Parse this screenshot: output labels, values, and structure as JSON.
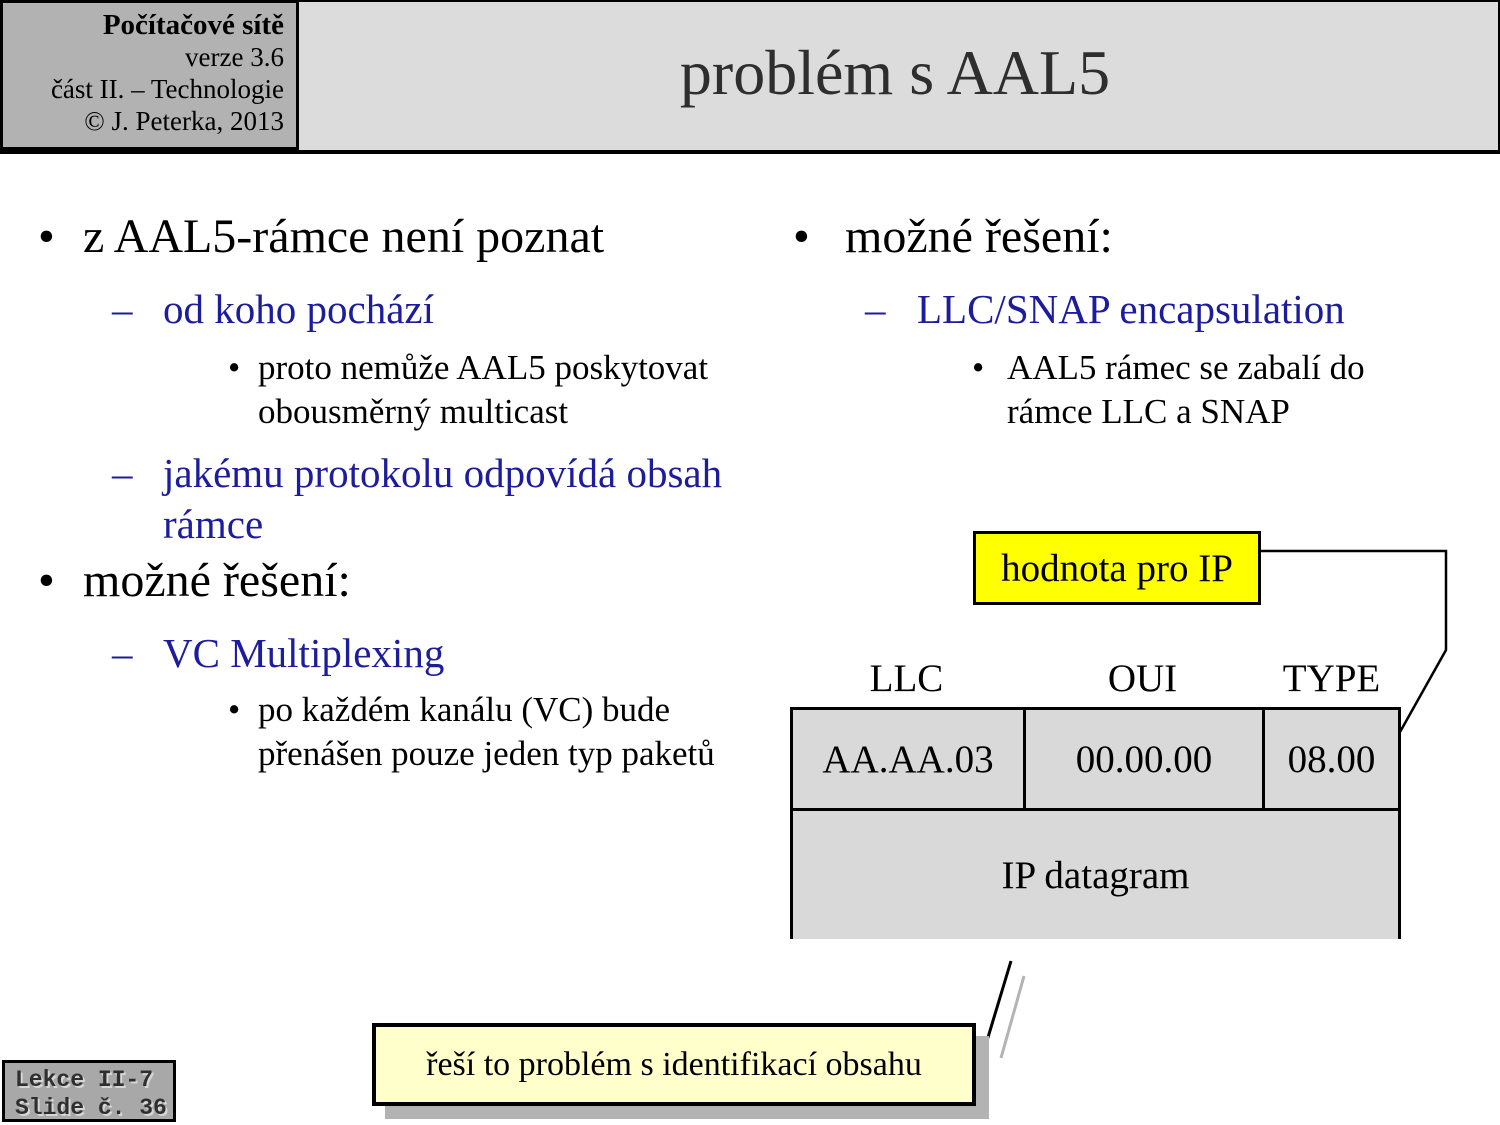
{
  "slide": {
    "title": "problém s AAL5",
    "header_box": {
      "line1": "Počítačové sítě",
      "line2": "verze 3.6",
      "line3": "část II. – Technologie",
      "line4": "© J. Peterka, 2013"
    },
    "footer": {
      "line1": "Lekce II-7",
      "line2": "Slide č. 36"
    }
  },
  "markers": {
    "l1": "•",
    "l2": "–",
    "l3": "•"
  },
  "left_column": {
    "items": [
      {
        "level": 1,
        "text": "z AAL5-rámce není poznat"
      },
      {
        "level": 2,
        "text": "od koho pochází"
      },
      {
        "level": 3,
        "text": "proto nemůže AAL5 poskytovat obousměrný multicast"
      },
      {
        "level": 2,
        "text": "jakému protokolu odpovídá obsah rámce"
      },
      {
        "level": 1,
        "text": "možné řešení:"
      },
      {
        "level": 2,
        "text": "VC Multiplexing"
      },
      {
        "level": 3,
        "text": "po každém kanálu (VC) bude přenášen pouze jeden typ paketů"
      }
    ]
  },
  "right_column": {
    "items": [
      {
        "level": 1,
        "text": "možné řešení:"
      },
      {
        "level": 2,
        "text": "LLC/SNAP encapsulation"
      },
      {
        "level": 3,
        "text": "AAL5 rámec se zabalí do rámce LLC a SNAP"
      }
    ]
  },
  "figure": {
    "value_label": "hodnota pro IP",
    "headers": [
      "LLC",
      "OUI",
      "TYPE"
    ],
    "row1": [
      "AA.AA.03",
      "00.00.00",
      "08.00"
    ],
    "row2": "IP datagram",
    "callout": "řeší to problém s identifikací obsahu"
  },
  "colors": {
    "blue_text": "#1c1c9c",
    "highlight_yellow": "#ffff00",
    "callout_yellow": "#ffffcc",
    "band_gray": "#dcdcdc",
    "header_box_gray": "#b2b2b2",
    "cell_gray": "#d9d9d9",
    "footer_box_gray": "#a8a8a8",
    "shadow_gray": "#b3b3b3"
  }
}
